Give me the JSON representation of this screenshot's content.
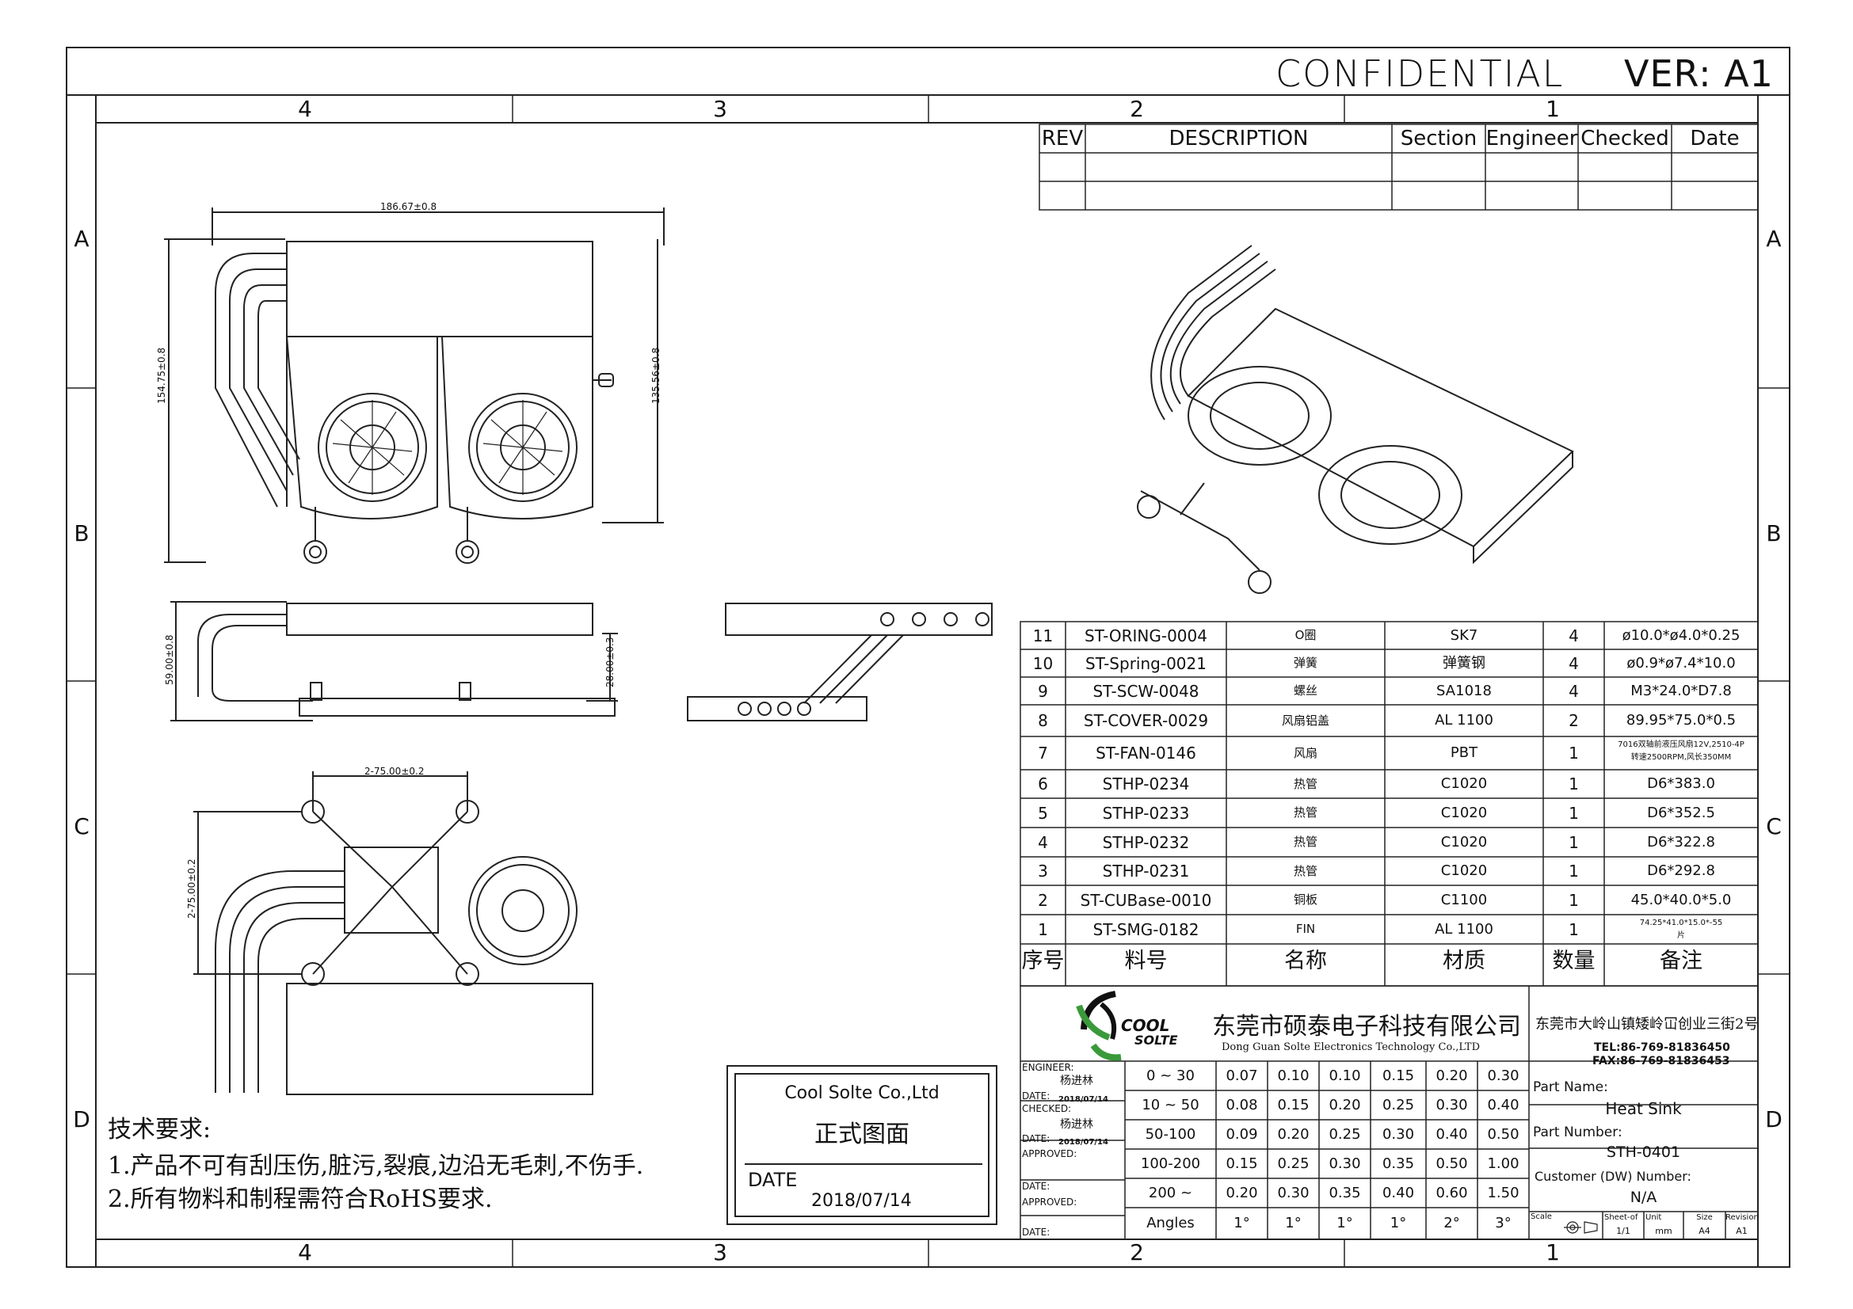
{
  "header": {
    "confidential": "CONFIDENTIAL",
    "version": "VER: A1"
  },
  "frame": {
    "cols": [
      "4",
      "3",
      "2",
      "1"
    ],
    "rows": [
      "A",
      "B",
      "C",
      "D"
    ]
  },
  "revision_table": {
    "headers": [
      "REV",
      "DESCRIPTION",
      "Section",
      "Engineer",
      "Checked",
      "Date"
    ]
  },
  "dimensions": {
    "top_width": "186.67±0.8",
    "top_height_left": "154.75±0.8",
    "top_height_right": "135.56±0.8",
    "side_height": "59.00±0.8",
    "side_inner": "28.00±0.3",
    "bottom_spacing_h": "2-75.00±0.2",
    "bottom_spacing_v": "2-75.00±0.2"
  },
  "bom": {
    "rows": [
      {
        "no": "11",
        "part": "ST-ORING-0004",
        "name": "O圈",
        "material": "SK7",
        "qty": "4",
        "note": "ø10.0*ø4.0*0.25"
      },
      {
        "no": "10",
        "part": "ST-Spring-0021",
        "name": "弹簧",
        "material": "弹簧钢",
        "qty": "4",
        "note": "ø0.9*ø7.4*10.0"
      },
      {
        "no": "9",
        "part": "ST-SCW-0048",
        "name": "螺丝",
        "material": "SA1018",
        "qty": "4",
        "note": "M3*24.0*D7.8"
      },
      {
        "no": "8",
        "part": "ST-COVER-0029",
        "name": "风扇铝盖",
        "material": "AL 1100",
        "qty": "2",
        "note": "89.95*75.0*0.5"
      },
      {
        "no": "7",
        "part": "ST-FAN-0146",
        "name": "风扇",
        "material": "PBT",
        "qty": "1",
        "note": "7016双轴前液压风扇12V,2510-4P",
        "note2": "转速2500RPM,风长350MM"
      },
      {
        "no": "6",
        "part": "STHP-0234",
        "name": "热管",
        "material": "C1020",
        "qty": "1",
        "note": "D6*383.0"
      },
      {
        "no": "5",
        "part": "STHP-0233",
        "name": "热管",
        "material": "C1020",
        "qty": "1",
        "note": "D6*352.5"
      },
      {
        "no": "4",
        "part": "STHP-0232",
        "name": "热管",
        "material": "C1020",
        "qty": "1",
        "note": "D6*322.8"
      },
      {
        "no": "3",
        "part": "STHP-0231",
        "name": "热管",
        "material": "C1020",
        "qty": "1",
        "note": "D6*292.8"
      },
      {
        "no": "2",
        "part": "ST-CUBase-0010",
        "name": "铜板",
        "material": "C1100",
        "qty": "1",
        "note": "45.0*40.0*5.0"
      },
      {
        "no": "1",
        "part": "ST-SMG-0182",
        "name": "FIN",
        "material": "AL 1100",
        "qty": "1",
        "note": "74.25*41.0*15.0*-55",
        "note2": "片"
      }
    ],
    "headers": {
      "no": "序号",
      "part": "料号",
      "name": "名称",
      "material": "材质",
      "qty": "数量",
      "note": "备注"
    }
  },
  "company": {
    "logo_top": "COOL",
    "logo_bottom": "SOLTE",
    "name_cn": "东莞市硕泰电子科技有限公司",
    "name_en": "Dong Guan Solte Electronics Technology Co.,LTD",
    "address": "东莞市大岭山镇矮岭冚创业三街2号",
    "tel": "TEL:86-769-81836450",
    "fax": "FAX:86-769-81836453"
  },
  "title_block": {
    "engineer_label": "ENGINEER:",
    "engineer": "杨进林",
    "date_label": "DATE:",
    "date1": "2018/07/14",
    "checked_label": "CHECKED:",
    "checked": "杨进林",
    "date2": "2018/07/14",
    "approved_label": "APPROVED:",
    "approved2_label": "APPROVED:",
    "tolerance": [
      [
        "0 ~ 30",
        "0.07",
        "0.10",
        "0.10",
        "0.15",
        "0.20",
        "0.30"
      ],
      [
        "10 ~ 50",
        "0.08",
        "0.15",
        "0.20",
        "0.25",
        "0.30",
        "0.40"
      ],
      [
        "50-100",
        "0.09",
        "0.20",
        "0.25",
        "0.30",
        "0.40",
        "0.50"
      ],
      [
        "100-200",
        "0.15",
        "0.25",
        "0.30",
        "0.35",
        "0.50",
        "1.00"
      ],
      [
        "200 ~",
        "0.20",
        "0.30",
        "0.35",
        "0.40",
        "0.60",
        "1.50"
      ],
      [
        "Angles",
        "1°",
        "1°",
        "1°",
        "1°",
        "2°",
        "3°"
      ]
    ],
    "part_name_label": "Part Name:",
    "part_name": "Heat Sink",
    "part_number_label": "Part Number:",
    "part_number": "STH-0401",
    "customer_label": "Customer (DW) Number:",
    "customer": "N/A",
    "scale_label": "Scale",
    "sheet_label": "Sheet-of",
    "sheet": "1/1",
    "unit_label": "Unit",
    "unit": "mm",
    "size_label": "Size",
    "size": "A4",
    "revision_label": "Revision",
    "revision": "A1"
  },
  "stamp": {
    "company": "Cool Solte  Co.,Ltd",
    "status": "正式图面",
    "date_label": "DATE",
    "date": "2018/07/14"
  },
  "notes": {
    "title": "技术要求:",
    "items": [
      "1.产品不可有刮压伤,脏污,裂痕,边沿无毛刺,不伤手.",
      "2.所有物料和制程需符合RoHS要求."
    ]
  }
}
